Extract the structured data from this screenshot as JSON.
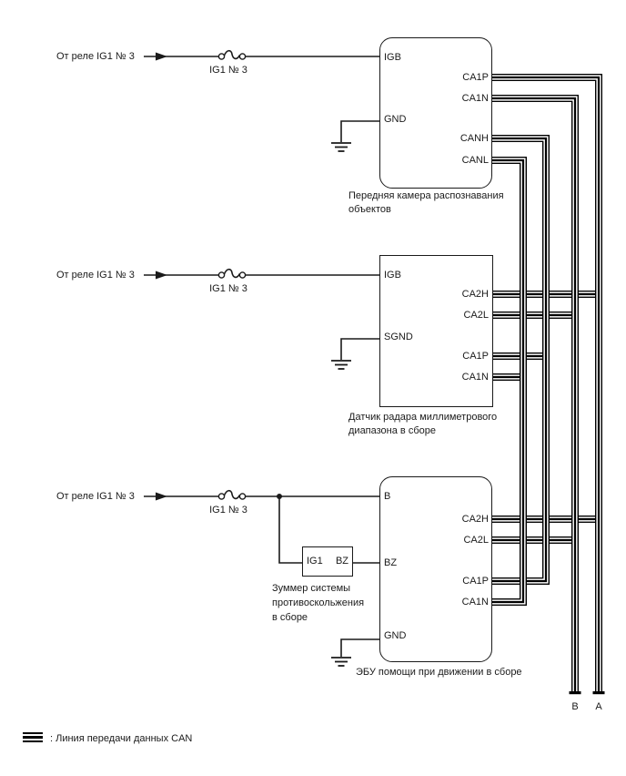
{
  "diagram": {
    "feeds": [
      {
        "relay_label": "От реле IG1 № 3",
        "fuse_label": "IG1 № 3"
      },
      {
        "relay_label": "От реле IG1 № 3",
        "fuse_label": "IG1 № 3"
      },
      {
        "relay_label": "От реле IG1 № 3",
        "fuse_label": "IG1 № 3"
      }
    ],
    "camera": {
      "caption_line1": "Передняя камера распознавания",
      "caption_line2": "объектов",
      "pins": {
        "igb": "IGB",
        "gnd": "GND",
        "ca1p": "CA1P",
        "ca1n": "CA1N",
        "canh": "CANH",
        "canl": "CANL"
      }
    },
    "radar": {
      "caption_line1": "Датчик радара миллиметрового",
      "caption_line2": "диапазона в сборе",
      "pins": {
        "igb": "IGB",
        "sgnd": "SGND",
        "ca2h": "CA2H",
        "ca2l": "CA2L",
        "ca1p": "CA1P",
        "ca1n": "CA1N"
      }
    },
    "ecu": {
      "caption": "ЭБУ помощи при движении в сборе",
      "pins": {
        "b": "B",
        "bz": "BZ",
        "gnd": "GND",
        "ca2h": "CA2H",
        "ca2l": "CA2L",
        "ca1p": "CA1P",
        "ca1n": "CA1N"
      }
    },
    "buzzer": {
      "caption_line1": "Зуммер системы",
      "caption_line2": "противоскольжения",
      "caption_line3": "в сборе",
      "pins": {
        "ig1": "IG1",
        "bz": "BZ"
      }
    },
    "terminals": {
      "b": "B",
      "a": "A"
    },
    "legend": {
      "text": ": Линия передачи данных CAN"
    },
    "colors": {
      "line": "#000000",
      "background": "#ffffff"
    }
  }
}
